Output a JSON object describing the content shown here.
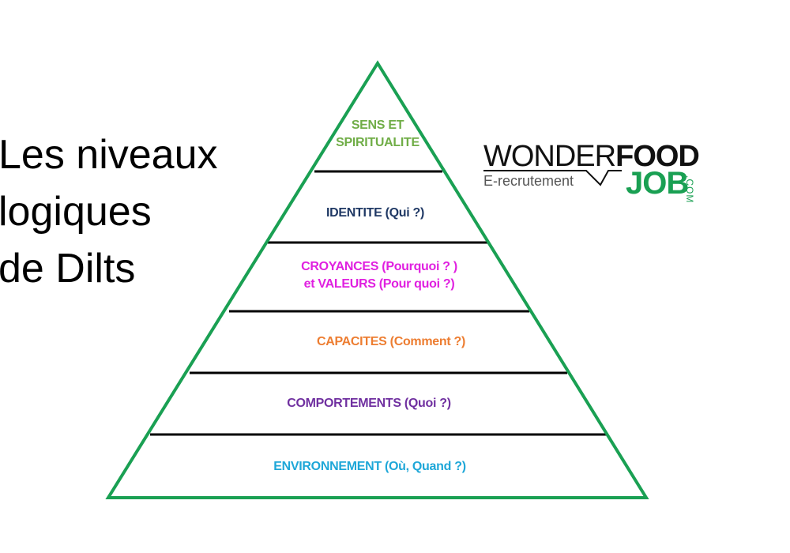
{
  "title": {
    "lines": [
      "Les niveaux",
      "logiques",
      "de Dilts"
    ]
  },
  "pyramid": {
    "outline_color": "#1aa053",
    "divider_color": "#000000",
    "levels": [
      {
        "lines": [
          "SENS ET",
          "SPIRITUALITE"
        ],
        "color": "#70ad47"
      },
      {
        "lines": [
          "IDENTITE (Qui ?)"
        ],
        "color": "#1f3864"
      },
      {
        "lines": [
          "CROYANCES (Pourquoi ? )",
          "et VALEURS (Pour quoi ?)"
        ],
        "color": "#e020e0"
      },
      {
        "lines": [
          "CAPACITES (Comment ?)"
        ],
        "color": "#ed7d31"
      },
      {
        "lines": [
          "COMPORTEMENTS (Quoi ?)"
        ],
        "color": "#7030a0"
      },
      {
        "lines": [
          "ENVIRONNEMENT (Où, Quand ?)"
        ],
        "color": "#1ea7d8"
      }
    ]
  },
  "logo": {
    "wonder": "WONDER",
    "food": "FOOD",
    "tagline": "E-recrutement",
    "job": "JOB",
    "com": ".COM",
    "brand_green": "#1aa053"
  }
}
